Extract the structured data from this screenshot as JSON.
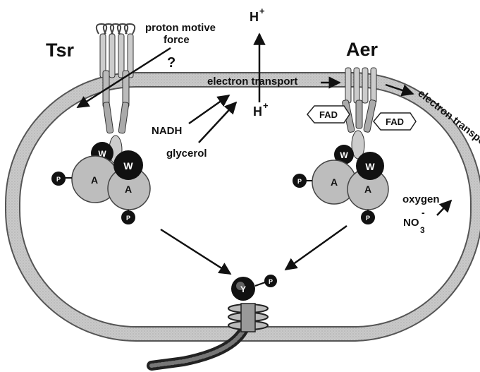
{
  "labels": {
    "tsr": "Tsr",
    "aer": "Aer",
    "proton_motive_force_line1": "proton motive",
    "proton_motive_force_line2": "force",
    "question": "?",
    "h_plus_top": "H",
    "h_plus_bottom": "H",
    "plus": "+",
    "electron_transport_top": "electron transport",
    "electron_transport_side": "electron transport",
    "nadh": "NADH",
    "glycerol": "glycerol",
    "oxygen": "oxygen",
    "no3": "NO",
    "no3_sub": "3",
    "no3_sup": "-",
    "fad": "FAD",
    "w": "W",
    "a": "A",
    "p": "P",
    "y": "Y"
  },
  "colors": {
    "membrane": "#c8c8c8",
    "membrane_edge": "#555555",
    "protein_light": "#bdbdbd",
    "protein_dark": "#111111",
    "line": "#111111"
  }
}
